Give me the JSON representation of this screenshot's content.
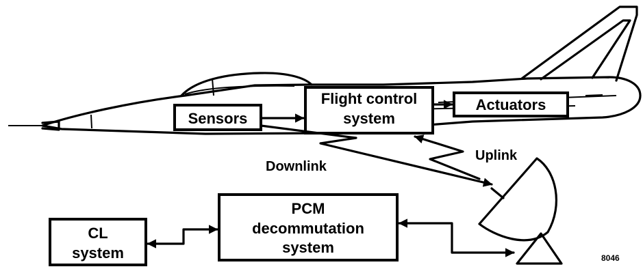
{
  "diagram": {
    "sensors": "Sensors",
    "fcs_line1": "Flight control",
    "fcs_line2": "system",
    "actuators": "Actuators",
    "downlink": "Downlink",
    "uplink": "Uplink",
    "pcm_line1": "PCM",
    "pcm_line2": "decommutation",
    "pcm_line3": "system",
    "cl_line1": "CL",
    "cl_line2": "system",
    "figure_number": "8046"
  }
}
